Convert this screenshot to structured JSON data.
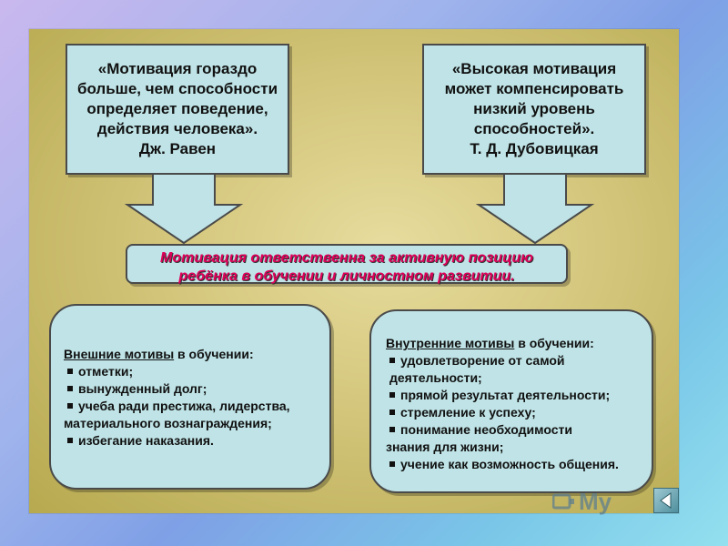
{
  "left_quote": {
    "lines": [
      "«Мотивация гораздо",
      "больше, чем способности",
      "определяет поведение,",
      "действия человека».",
      "Дж. Равен"
    ]
  },
  "right_quote": {
    "lines": [
      "«Высокая мотивация",
      "может компенсировать",
      "низкий уровень",
      "способностей».",
      "Т. Д. Дубовицкая"
    ]
  },
  "center": {
    "lines": [
      "Мотивация ответственна за активную позицию",
      "ребёнка в обучении и личностном развитии."
    ]
  },
  "external": {
    "title_underlined": "Внешние мотивы",
    "title_rest": " в обучении:",
    "items": [
      "отметки;",
      "вынужденный долг;",
      "учеба ради престижа, лидерства,",
      "материального вознаграждения;",
      "избегание наказания."
    ]
  },
  "internal": {
    "title_underlined": "Внутренние мотивы",
    "title_rest": " в обучении:",
    "items": [
      "удовлетворение от самой",
      "деятельности;",
      "прямой результат деятельности;",
      "стремление к успеху;",
      "понимание необходимости",
      "знания для жизни;",
      "учение как возможность общения."
    ]
  },
  "logo": {
    "text": "My",
    "icon": "logo-icon"
  },
  "colors": {
    "box_fill": "#bfe3e6",
    "center_text": "#e0005a",
    "slide_bg": "#d3c57a"
  }
}
